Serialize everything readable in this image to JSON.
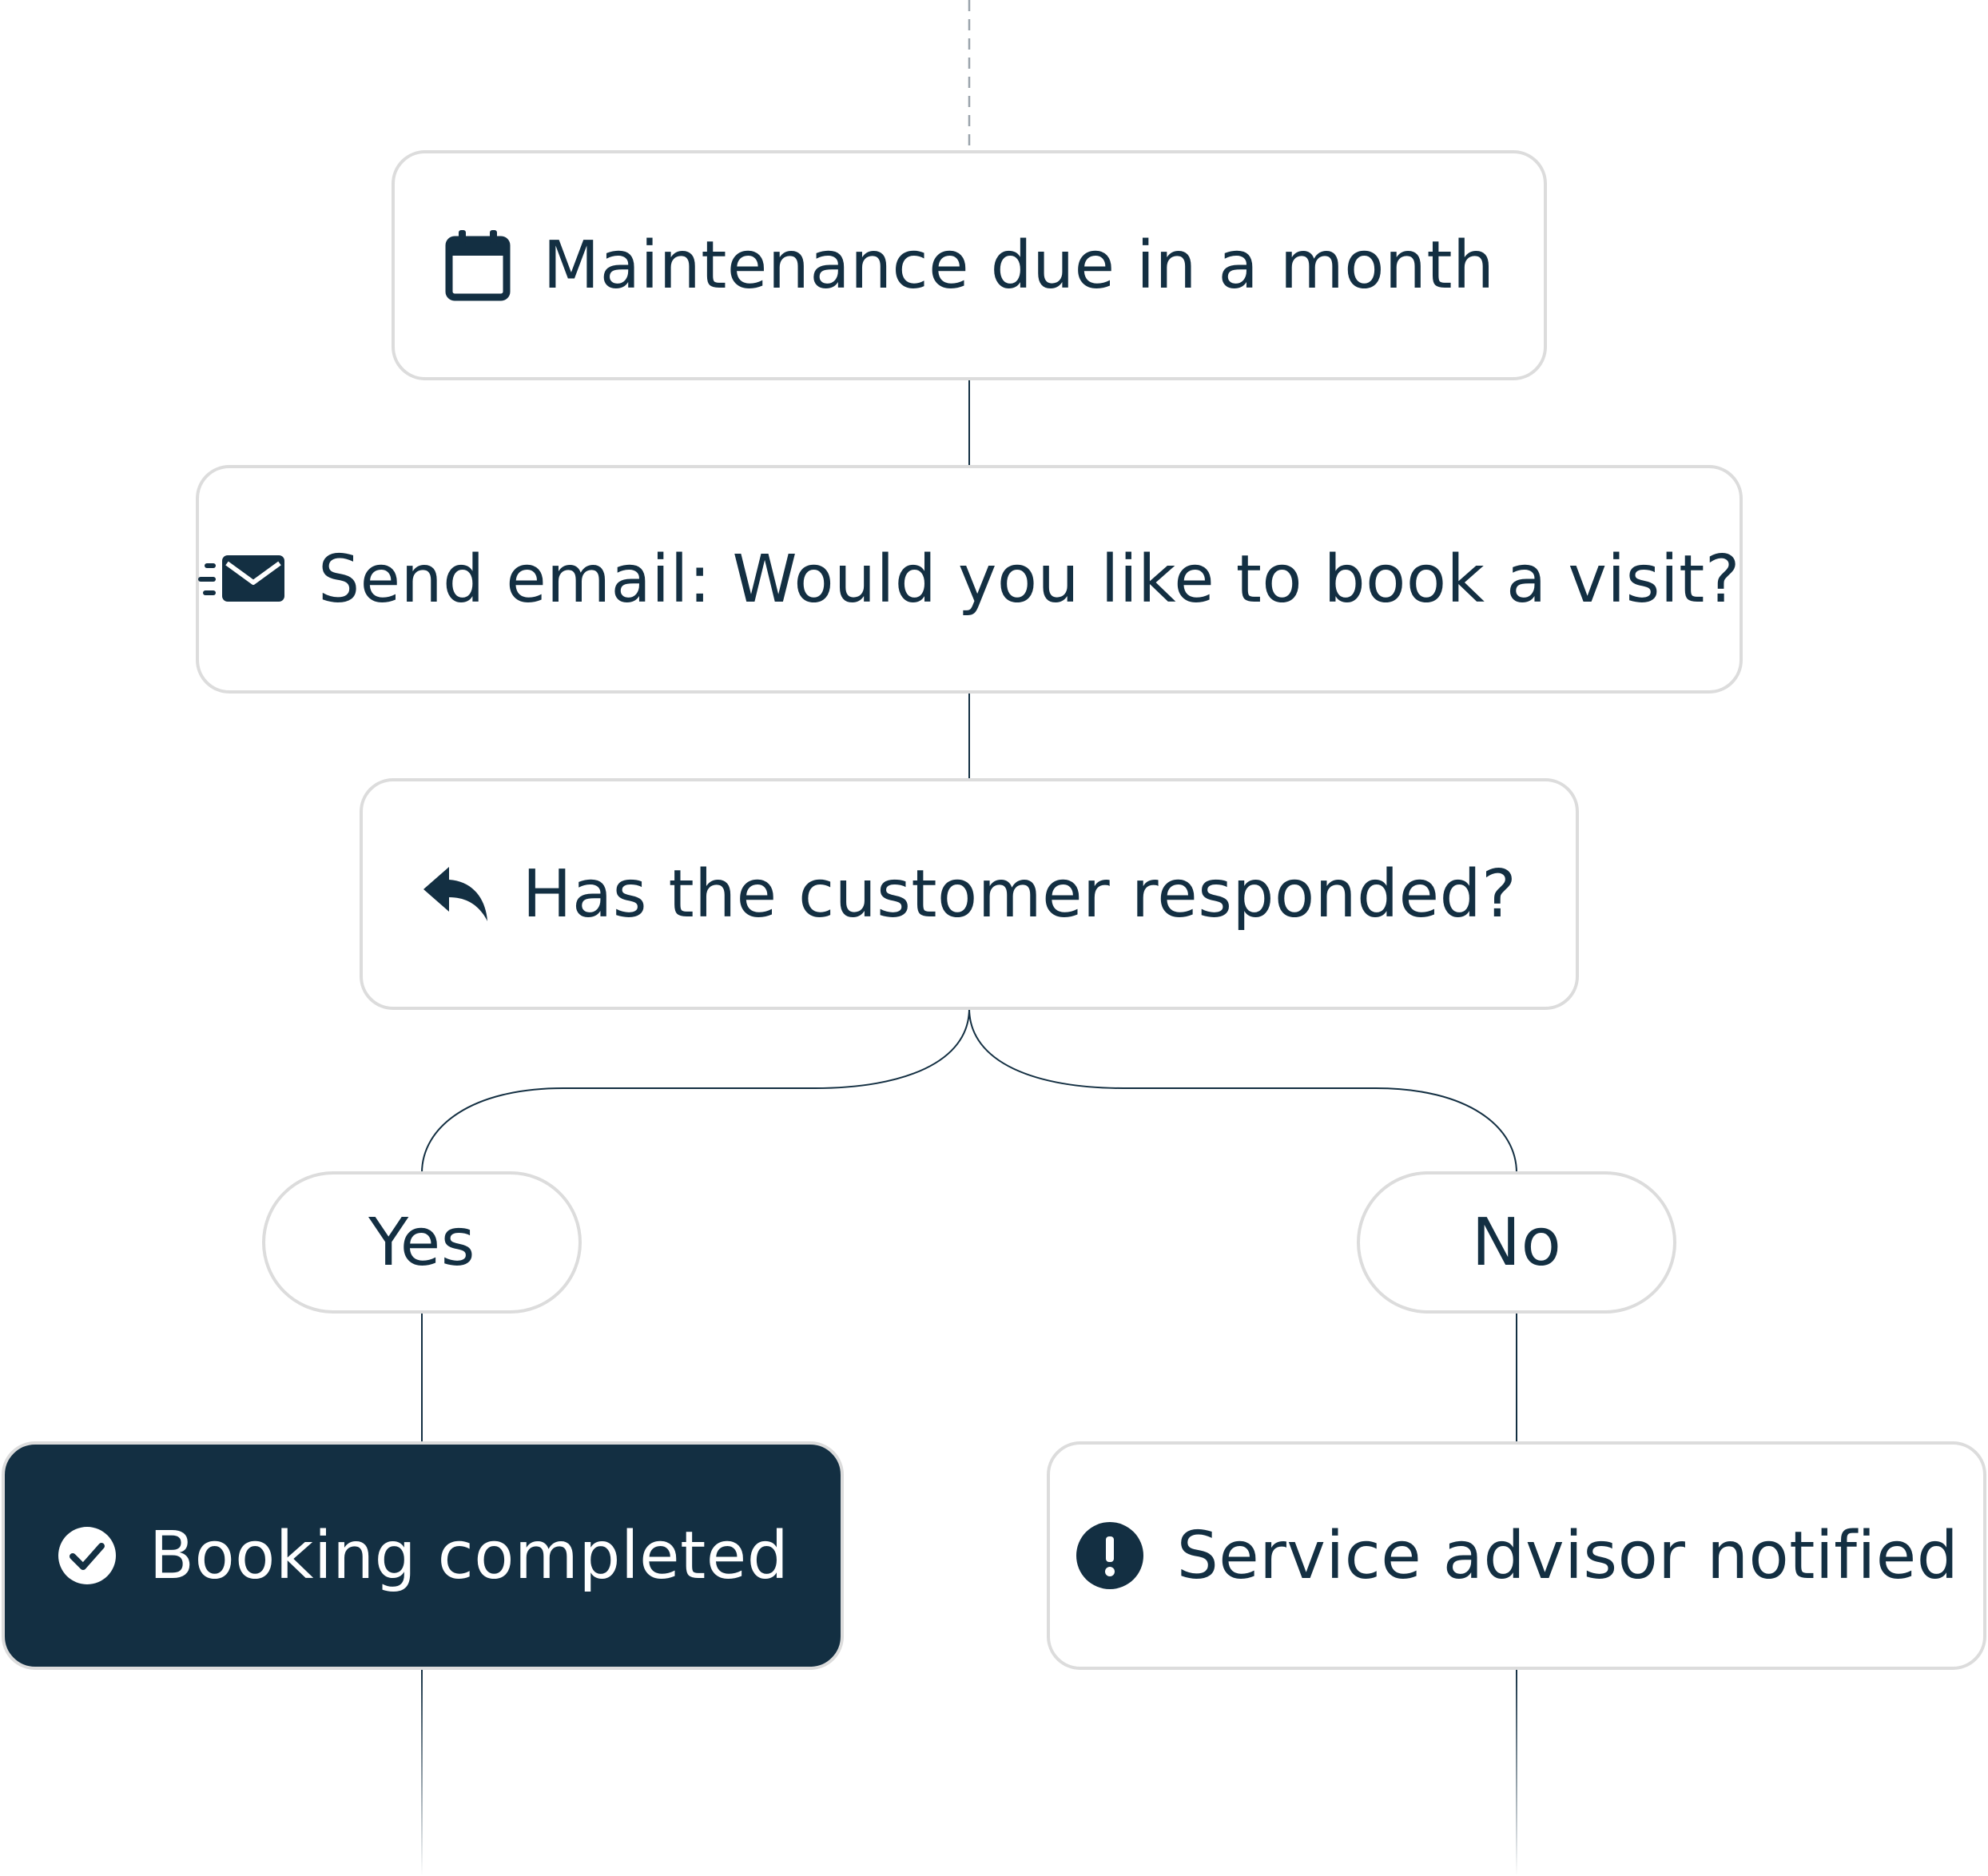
{
  "colors": {
    "ink": "#132f42",
    "border": "#dcdcdc",
    "background": "#ffffff",
    "connector": "#132f42"
  },
  "nodes": {
    "trigger": {
      "label": "Maintenance due in a month",
      "icon": "calendar-icon"
    },
    "send_email": {
      "label": "Send email: Would you like to book a visit?",
      "icon": "fast-mail-icon"
    },
    "condition": {
      "label": "Has the customer responded?",
      "icon": "reply-icon"
    },
    "branch_yes": {
      "label": "Yes"
    },
    "branch_no": {
      "label": "No"
    },
    "outcome_yes": {
      "label": "Booking completed",
      "icon": "check-circle-icon"
    },
    "outcome_no": {
      "label": "Service advisor notified",
      "icon": "exclamation-circle-icon"
    }
  }
}
